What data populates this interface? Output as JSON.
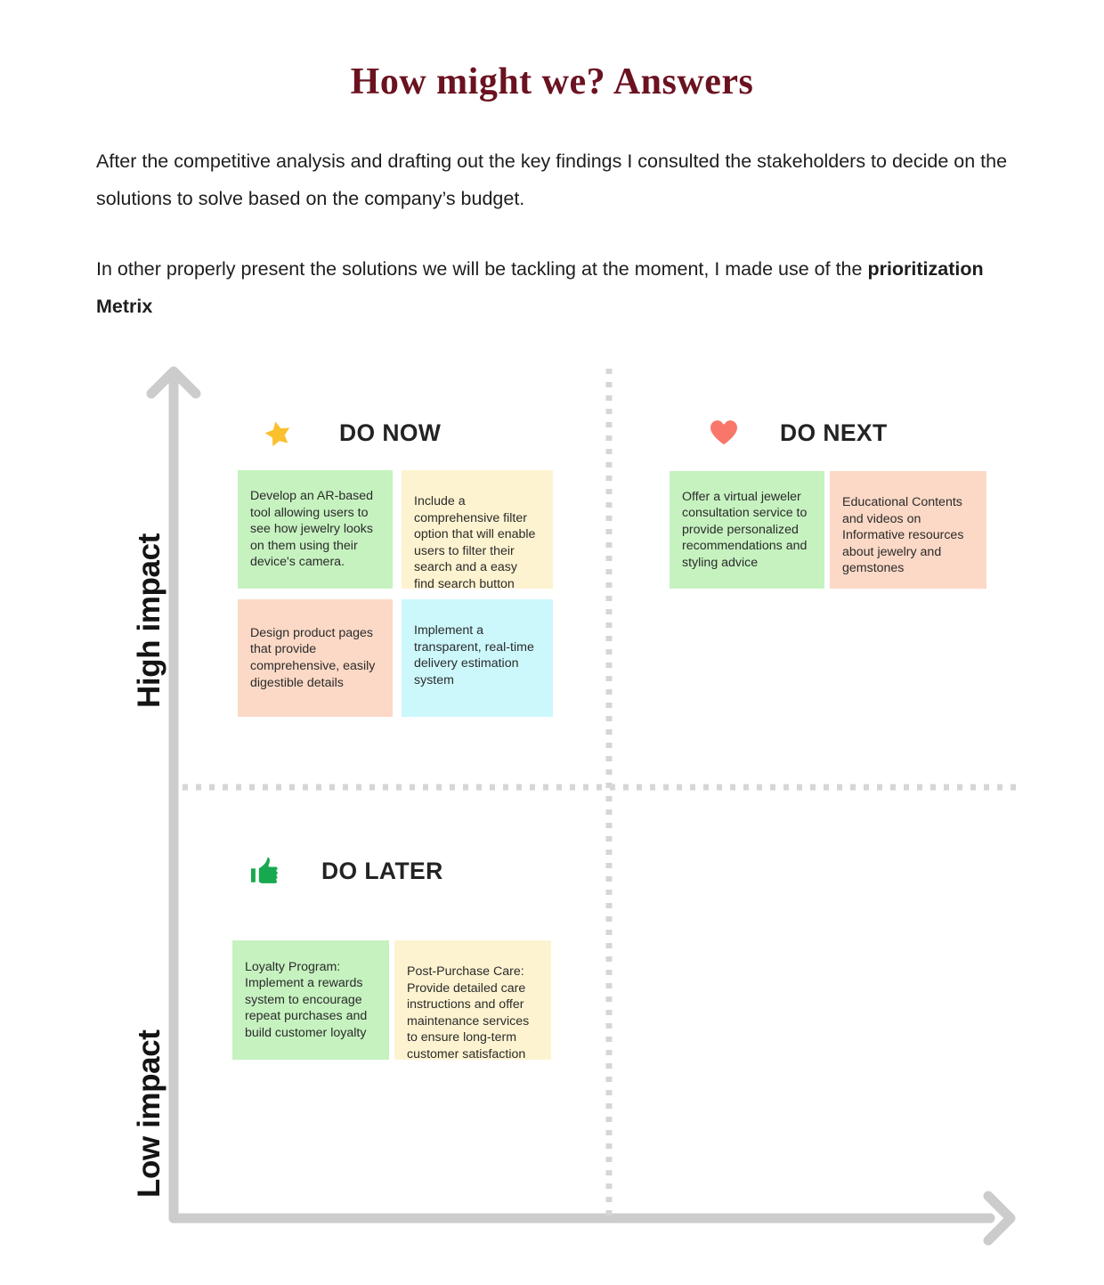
{
  "header": {
    "title": "How might we? Answers"
  },
  "intro": {
    "paragraph_1": "After the competitive analysis and drafting out the key findings I consulted the stakeholders to decide on the solutions to solve based on the company’s budget.",
    "paragraph_2_lead": "In other properly present the solutions we will be tackling at the moment, I made use of the ",
    "paragraph_2_bold": "prioritization Metrix"
  },
  "matrix": {
    "y_axis_top_label": "High impact",
    "y_axis_bottom_label": "Low impact",
    "axis_color": "#cccccc",
    "divider_color": "#d6d6d6",
    "quadrants": [
      {
        "id": "do-now",
        "title": "DO NOW",
        "icon": "star-icon",
        "icon_color": "#fbc02d",
        "cards": [
          {
            "id": "ar-tool",
            "text": "Develop an AR-based tool allowing users to see how jewelry looks on them using their device's camera.",
            "color": "#c6f2c0"
          },
          {
            "id": "filter-option",
            "text": "Include a comprehensive filter option that will enable users to filter their search and a easy find search button",
            "color": "#fdf3d0"
          },
          {
            "id": "product-pages",
            "text": "Design product pages that provide comprehensive, easily digestible details",
            "color": "#fbd9c6"
          },
          {
            "id": "delivery-est",
            "text": "Implement a transparent, real-time delivery estimation system",
            "color": "#ccf8fc"
          }
        ]
      },
      {
        "id": "do-next",
        "title": "DO NEXT",
        "icon": "heart-icon",
        "icon_color": "#f8776a",
        "cards": [
          {
            "id": "virtual-jeweler",
            "text": "Offer a virtual jeweler consultation service to provide personalized recommendations and styling advice",
            "color": "#c6f2c0"
          },
          {
            "id": "educational",
            "text": "Educational Contents and videos on Informative resources about jewelry and gemstones",
            "color": "#fbd9c6"
          }
        ]
      },
      {
        "id": "do-later",
        "title": "DO LATER",
        "icon": "thumbs-up-icon",
        "icon_color": "#17a94f",
        "cards": [
          {
            "id": "loyalty",
            "text": "Loyalty Program: Implement a rewards system to encourage repeat purchases and build customer loyalty",
            "color": "#c6f2c0"
          },
          {
            "id": "post-purchase",
            "text": "Post-Purchase Care: Provide detailed care instructions and offer maintenance services to ensure long-term customer satisfaction",
            "color": "#fdf3d0"
          }
        ]
      }
    ]
  }
}
